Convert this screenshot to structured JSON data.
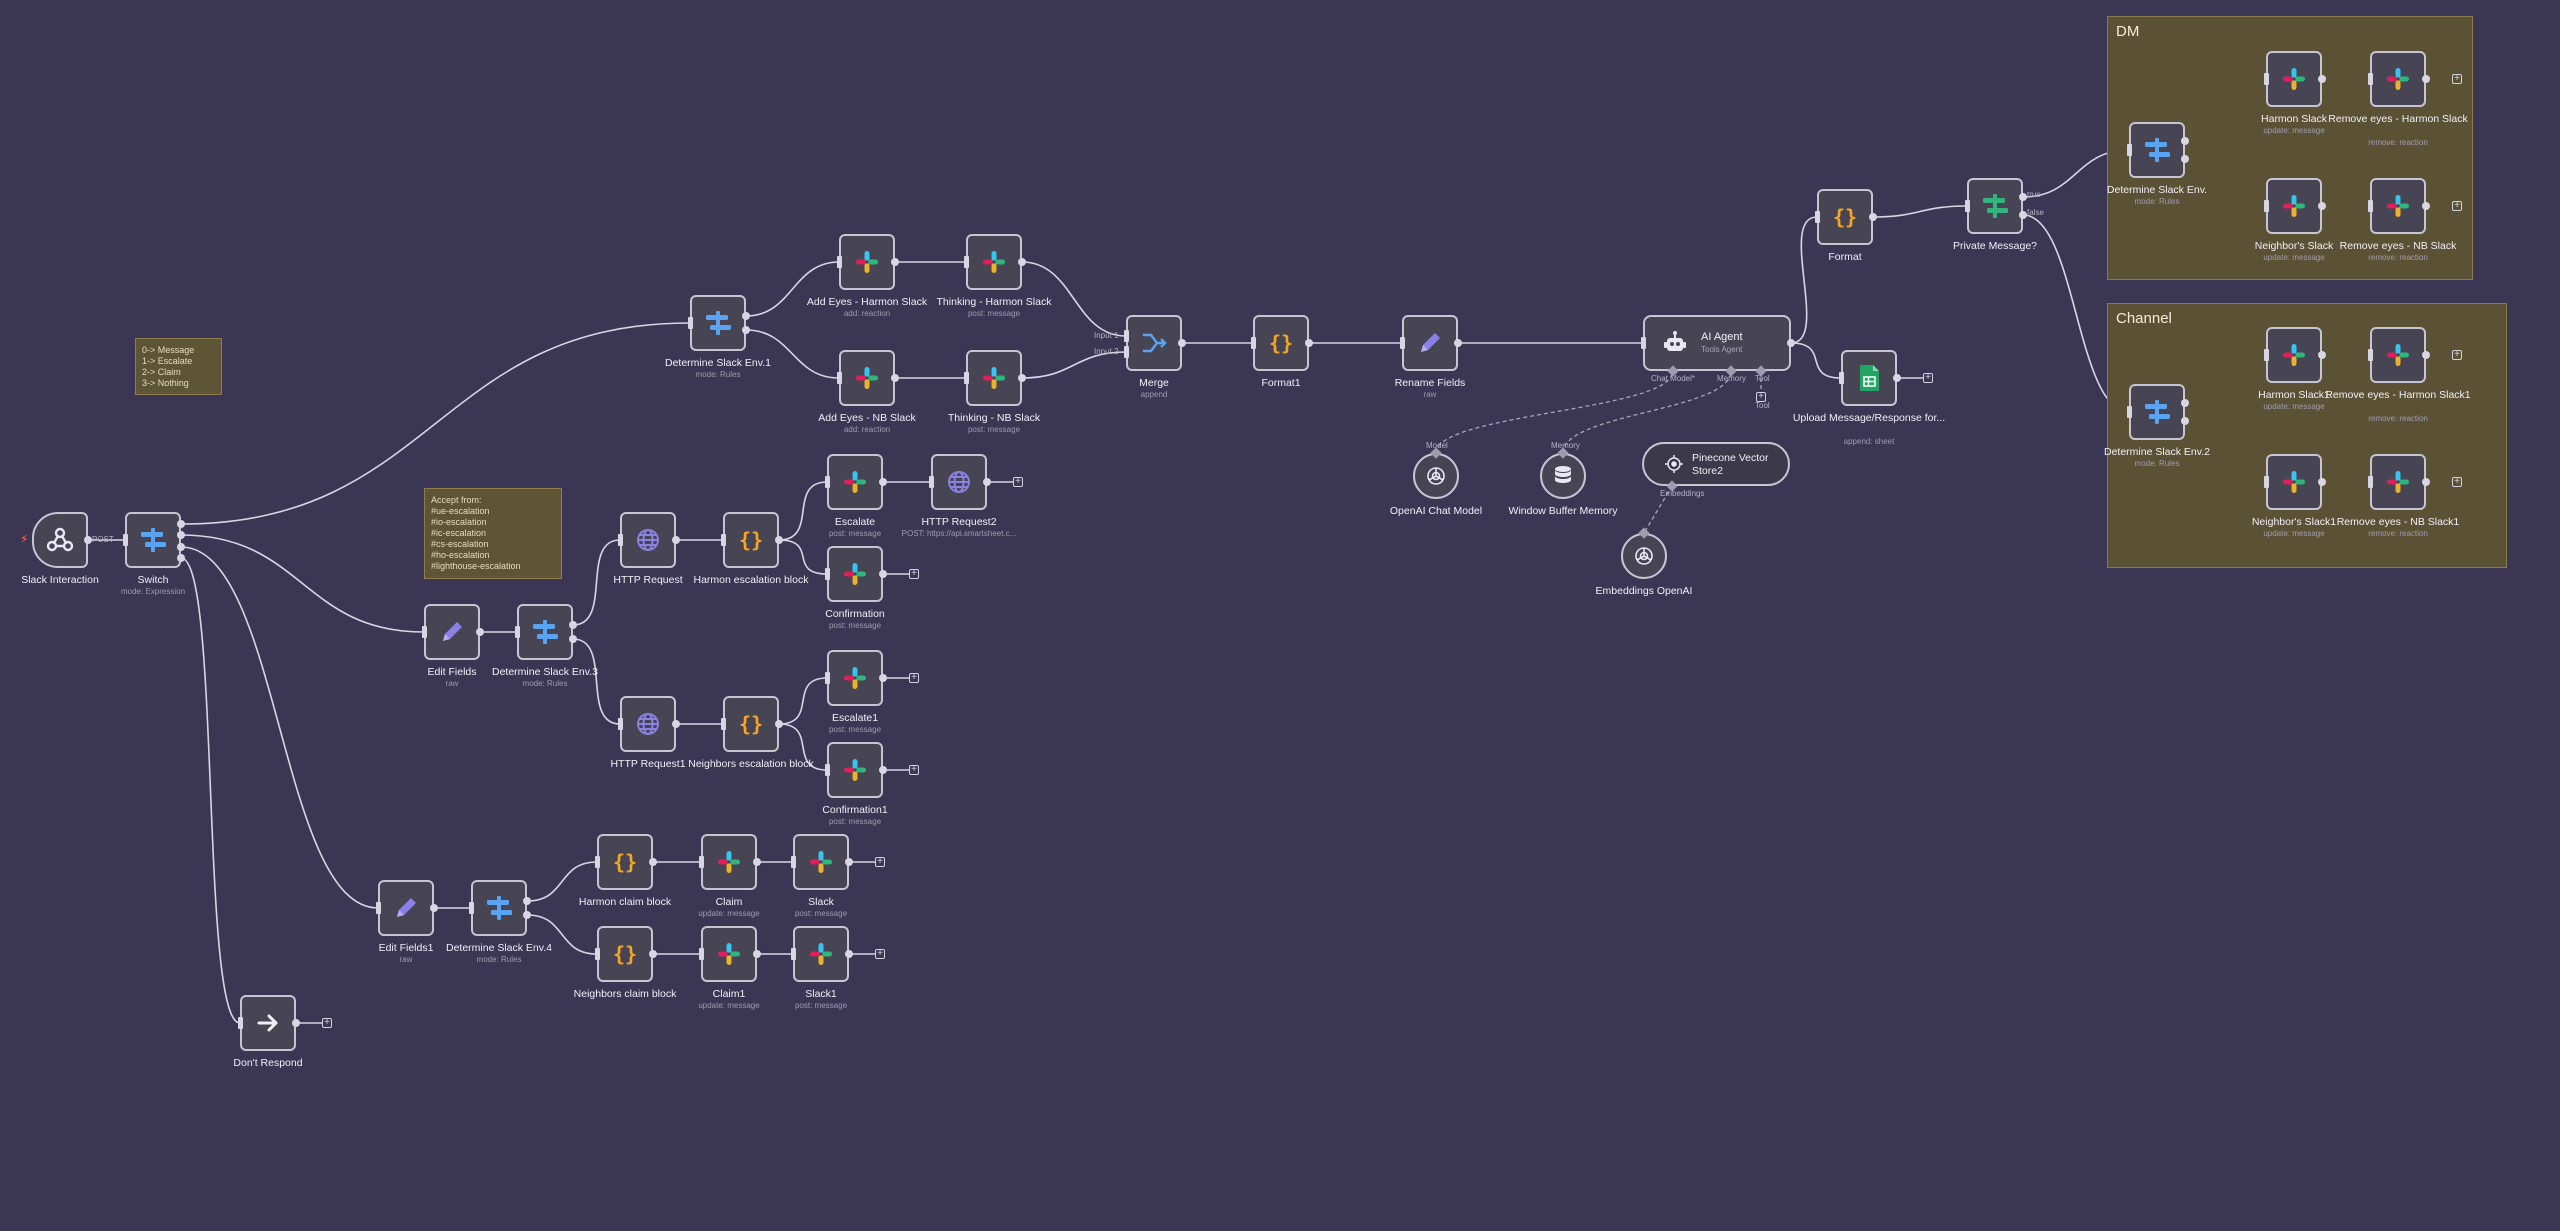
{
  "groups": [
    {
      "id": "g-dm",
      "title": "DM"
    },
    {
      "id": "g-channel",
      "title": "Channel"
    }
  ],
  "stickies": [
    {
      "id": "s1",
      "text": "0-> Message\n1-> Escalate\n2-> Claim\n3-> Nothing"
    },
    {
      "id": "s2",
      "text": "Accept from:\n#ue-escalation\n#io-escalation\n#ic-escalation\n#cs-escalation\n#ho-escalation\n#lighthouse-escalation"
    }
  ],
  "nodes": [
    {
      "id": "slack-interaction",
      "label": "Slack Interaction",
      "sub": "",
      "icon": "webhook-icon",
      "kind": "trigger"
    },
    {
      "id": "switch",
      "label": "Switch",
      "sub": "mode: Expression",
      "icon": "switch-icon",
      "kind": "box"
    },
    {
      "id": "det-env1",
      "label": "Determine Slack Env.1",
      "sub": "mode: Rules",
      "icon": "switch-icon",
      "kind": "box"
    },
    {
      "id": "add-eyes-h",
      "label": "Add Eyes - Harmon Slack",
      "sub": "add: reaction",
      "icon": "slack-icon",
      "kind": "box"
    },
    {
      "id": "thinking-h",
      "label": "Thinking - Harmon Slack",
      "sub": "post: message",
      "icon": "slack-icon",
      "kind": "box"
    },
    {
      "id": "add-eyes-nb",
      "label": "Add Eyes - NB Slack",
      "sub": "add: reaction",
      "icon": "slack-icon",
      "kind": "box"
    },
    {
      "id": "thinking-nb",
      "label": "Thinking - NB Slack",
      "sub": "post: message",
      "icon": "slack-icon",
      "kind": "box"
    },
    {
      "id": "merge",
      "label": "Merge",
      "sub": "append",
      "icon": "merge-icon",
      "kind": "box"
    },
    {
      "id": "format1",
      "label": "Format1",
      "sub": "",
      "icon": "code-icon",
      "kind": "box"
    },
    {
      "id": "rename",
      "label": "Rename Fields",
      "sub": "raw",
      "icon": "pencil-icon",
      "kind": "box"
    },
    {
      "id": "ai-agent",
      "label": "AI Agent",
      "sub": "Tools Agent",
      "icon": "robot-icon",
      "kind": "wide"
    },
    {
      "id": "openai-model",
      "label": "OpenAI Chat Model",
      "sub": "",
      "icon": "openai-icon",
      "kind": "circle"
    },
    {
      "id": "memory",
      "label": "Window Buffer Memory",
      "sub": "",
      "icon": "database-icon",
      "kind": "circle"
    },
    {
      "id": "pinecone",
      "label": "Pinecone Vector Store2",
      "sub": "",
      "icon": "pinecone-icon",
      "kind": "pill"
    },
    {
      "id": "emb-openai",
      "label": "Embeddings OpenAI",
      "sub": "",
      "icon": "openai-icon",
      "kind": "circle"
    },
    {
      "id": "format",
      "label": "Format",
      "sub": "",
      "icon": "code-icon",
      "kind": "box"
    },
    {
      "id": "upload",
      "label": "Upload Message/Response for...",
      "sub": "append: sheet",
      "icon": "sheets-icon",
      "kind": "box"
    },
    {
      "id": "private",
      "label": "Private Message?",
      "sub": "",
      "icon": "if-icon",
      "kind": "box"
    },
    {
      "id": "det-env",
      "label": "Determine Slack Env.",
      "sub": "mode: Rules",
      "icon": "switch-icon",
      "kind": "box"
    },
    {
      "id": "harmon-slack",
      "label": "Harmon Slack",
      "sub": "update: message",
      "icon": "slack-icon",
      "kind": "box"
    },
    {
      "id": "rm-eyes-h",
      "label": "Remove eyes - Harmon Slack",
      "sub": "remove: reaction",
      "icon": "slack-icon",
      "kind": "box"
    },
    {
      "id": "neighbors-slack",
      "label": "Neighbor's Slack",
      "sub": "update: message",
      "icon": "slack-icon",
      "kind": "box"
    },
    {
      "id": "rm-eyes-nb",
      "label": "Remove eyes - NB Slack",
      "sub": "remove: reaction",
      "icon": "slack-icon",
      "kind": "box"
    },
    {
      "id": "det-env2",
      "label": "Determine Slack Env.2",
      "sub": "mode: Rules",
      "icon": "switch-icon",
      "kind": "box"
    },
    {
      "id": "harmon-slack1",
      "label": "Harmon Slack1",
      "sub": "update: message",
      "icon": "slack-icon",
      "kind": "box"
    },
    {
      "id": "rm-eyes-h1",
      "label": "Remove eyes - Harmon Slack1",
      "sub": "remove: reaction",
      "icon": "slack-icon",
      "kind": "box"
    },
    {
      "id": "neighbors-slack1",
      "label": "Neighbor's Slack1",
      "sub": "update: message",
      "icon": "slack-icon",
      "kind": "box"
    },
    {
      "id": "rm-eyes-nb1",
      "label": "Remove eyes - NB Slack1",
      "sub": "remove: reaction",
      "icon": "slack-icon",
      "kind": "box"
    },
    {
      "id": "edit-fields",
      "label": "Edit Fields",
      "sub": "raw",
      "icon": "pencil-icon",
      "kind": "box"
    },
    {
      "id": "det-env3",
      "label": "Determine Slack Env.3",
      "sub": "mode: Rules",
      "icon": "switch-icon",
      "kind": "box"
    },
    {
      "id": "http",
      "label": "HTTP Request",
      "sub": "",
      "icon": "globe-icon",
      "kind": "box"
    },
    {
      "id": "harmon-esc",
      "label": "Harmon escalation block",
      "sub": "",
      "icon": "code-icon",
      "kind": "box"
    },
    {
      "id": "escalate",
      "label": "Escalate",
      "sub": "post: message",
      "icon": "slack-icon",
      "kind": "box"
    },
    {
      "id": "http2",
      "label": "HTTP Request2",
      "sub": "POST: https://api.smartsheet.c...",
      "icon": "globe-icon",
      "kind": "box"
    },
    {
      "id": "confirmation",
      "label": "Confirmation",
      "sub": "post: message",
      "icon": "slack-icon",
      "kind": "box"
    },
    {
      "id": "http1",
      "label": "HTTP Request1",
      "sub": "",
      "icon": "globe-icon",
      "kind": "box"
    },
    {
      "id": "neighbors-esc",
      "label": "Neighbors escalation block",
      "sub": "",
      "icon": "code-icon",
      "kind": "box"
    },
    {
      "id": "escalate1",
      "label": "Escalate1",
      "sub": "post: message",
      "icon": "slack-icon",
      "kind": "box"
    },
    {
      "id": "confirmation1",
      "label": "Confirmation1",
      "sub": "post: message",
      "icon": "slack-icon",
      "kind": "box"
    },
    {
      "id": "edit-fields1",
      "label": "Edit Fields1",
      "sub": "raw",
      "icon": "pencil-icon",
      "kind": "box"
    },
    {
      "id": "det-env4",
      "label": "Determine Slack Env.4",
      "sub": "mode: Rules",
      "icon": "switch-icon",
      "kind": "box"
    },
    {
      "id": "harmon-claim",
      "label": "Harmon claim block",
      "sub": "",
      "icon": "code-icon",
      "kind": "box"
    },
    {
      "id": "claim",
      "label": "Claim",
      "sub": "update: message",
      "icon": "slack-icon",
      "kind": "box"
    },
    {
      "id": "slack",
      "label": "Slack",
      "sub": "post: message",
      "icon": "slack-icon",
      "kind": "box"
    },
    {
      "id": "neighbors-claim",
      "label": "Neighbors claim block",
      "sub": "",
      "icon": "code-icon",
      "kind": "box"
    },
    {
      "id": "claim1",
      "label": "Claim1",
      "sub": "update: message",
      "icon": "slack-icon",
      "kind": "box"
    },
    {
      "id": "slack1",
      "label": "Slack1",
      "sub": "post: message",
      "icon": "slack-icon",
      "kind": "box"
    },
    {
      "id": "dont-respond",
      "label": "Don't Respond",
      "sub": "",
      "icon": "arrow-right-icon",
      "kind": "box"
    }
  ],
  "port_labels": {
    "post": "POST",
    "input1": "Input 1",
    "input2": "Input 2",
    "true": "true",
    "false": "false",
    "chat_model": "Chat Model*",
    "memory": "Memory",
    "tool": "Tool",
    "model": "Model",
    "embeddings": "Embeddings"
  },
  "icons": {
    "plus": "+"
  },
  "colors": {
    "canvas": "#3a3654",
    "node_bg": "#474554",
    "node_border": "#c7c5d2",
    "edge": "#d8d6e2",
    "group_bg": "#5b5236",
    "code_orange": "#f6a623",
    "switch_blue": "#5aa3f0",
    "pencil_purple": "#8b7fe8",
    "if_green": "#35b37e",
    "sheets_green": "#21a464"
  }
}
